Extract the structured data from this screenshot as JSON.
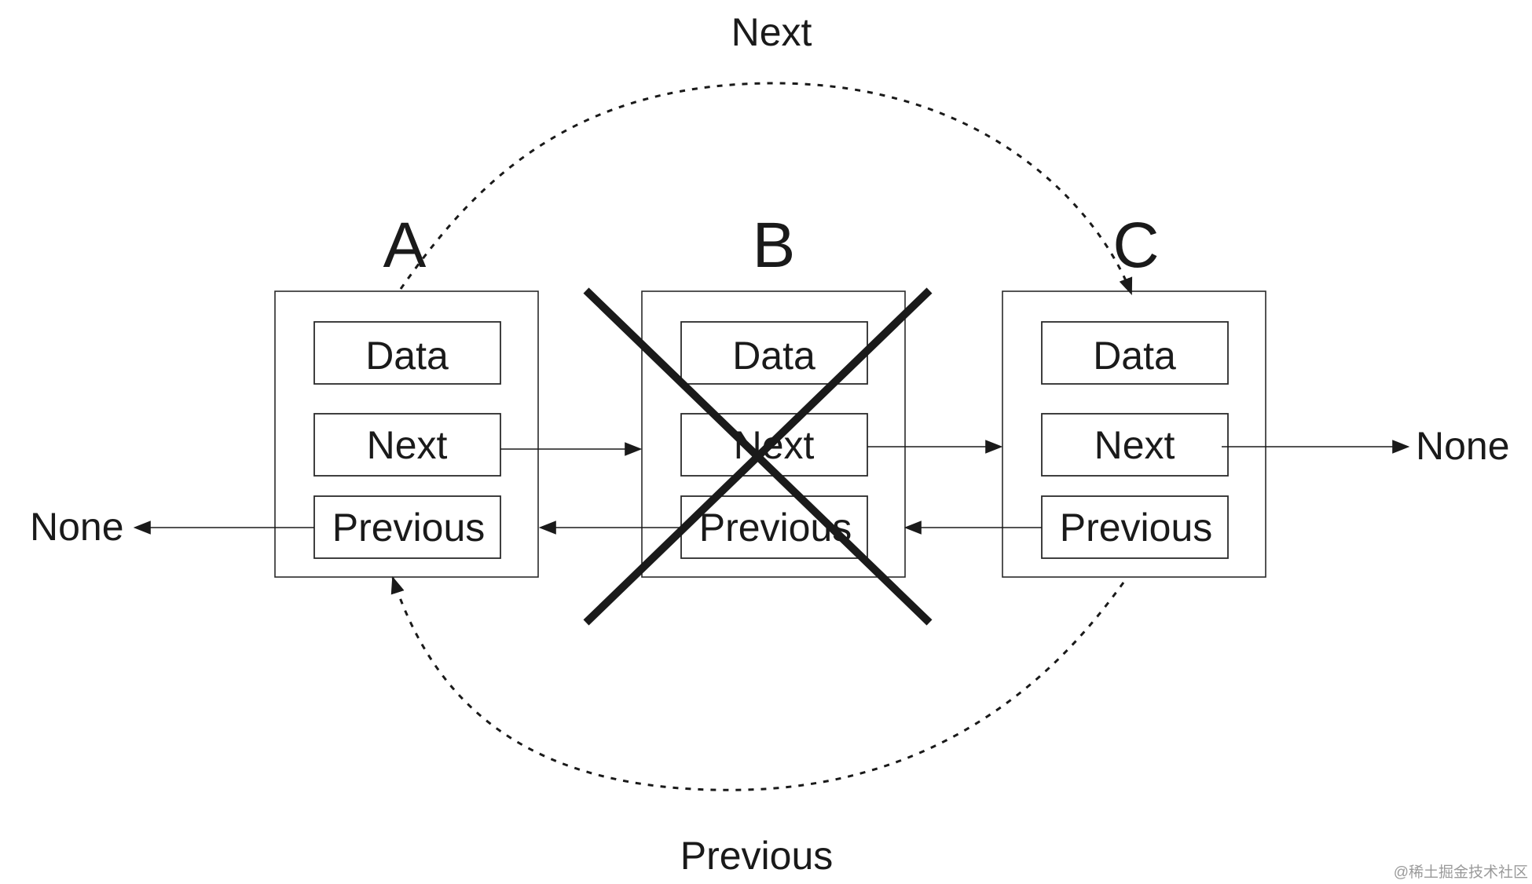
{
  "nodes": [
    {
      "label": "A",
      "fields": {
        "data": "Data",
        "next": "Next",
        "previous": "Previous"
      },
      "deleted": false
    },
    {
      "label": "B",
      "fields": {
        "data": "Data",
        "next": "Next",
        "previous": "Previous"
      },
      "deleted": true
    },
    {
      "label": "C",
      "fields": {
        "data": "Data",
        "next": "Next",
        "previous": "Previous"
      },
      "deleted": false
    }
  ],
  "terminals": {
    "left": "None",
    "right": "None"
  },
  "bypass_links": {
    "next": "Next",
    "previous": "Previous"
  },
  "watermark": "@稀土掘金技术社区",
  "colors": {
    "ink": "#1a1a1a",
    "background": "#ffffff",
    "watermark": "#9a9a9a"
  }
}
